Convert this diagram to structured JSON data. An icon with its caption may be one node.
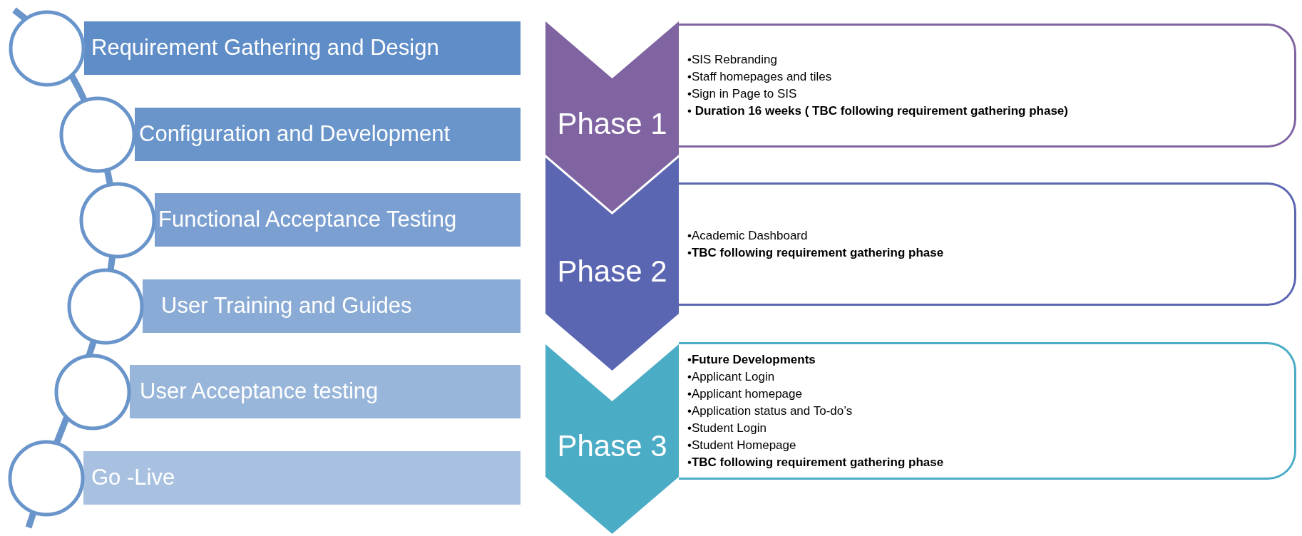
{
  "diagram": {
    "nodes": [
      {
        "text": [
          "Requirement Gathering and Design"
        ]
      },
      {
        "text": [
          "Configuration and Development"
        ]
      },
      {
        "text": [
          "Functional Acceptance Testing"
        ]
      },
      {
        "text": [
          "User Training and Guides"
        ]
      },
      {
        "text": [
          "User Acceptance testing"
        ]
      },
      {
        "text": [
          "Go -Live"
        ]
      },
      {
        "text": [
          "Phase 1"
        ]
      },
      {
        "text": [
          "•SIS Rebranding",
          "•Staff homepages and tiles",
          "•Sign in Page to SIS",
          "• **Duration 16 weeks ( TBC following requirement gathering phase)**"
        ]
      },
      {
        "text": [
          "Phase 2"
        ]
      },
      {
        "text": [
          "•Academic Dashboard",
          "•**TBC following requirement gathering phase**"
        ]
      },
      {
        "text": [
          "Phase 3"
        ]
      },
      {
        "text": [
          "•**Future Developments**",
          "•Applicant Login",
          "•Applicant homepage",
          "•Application status and To-do’s",
          "•Student Login",
          "•Student Homepage",
          "•**TBC following requirement gathering phase**"
        ]
      }
    ]
  }
}
